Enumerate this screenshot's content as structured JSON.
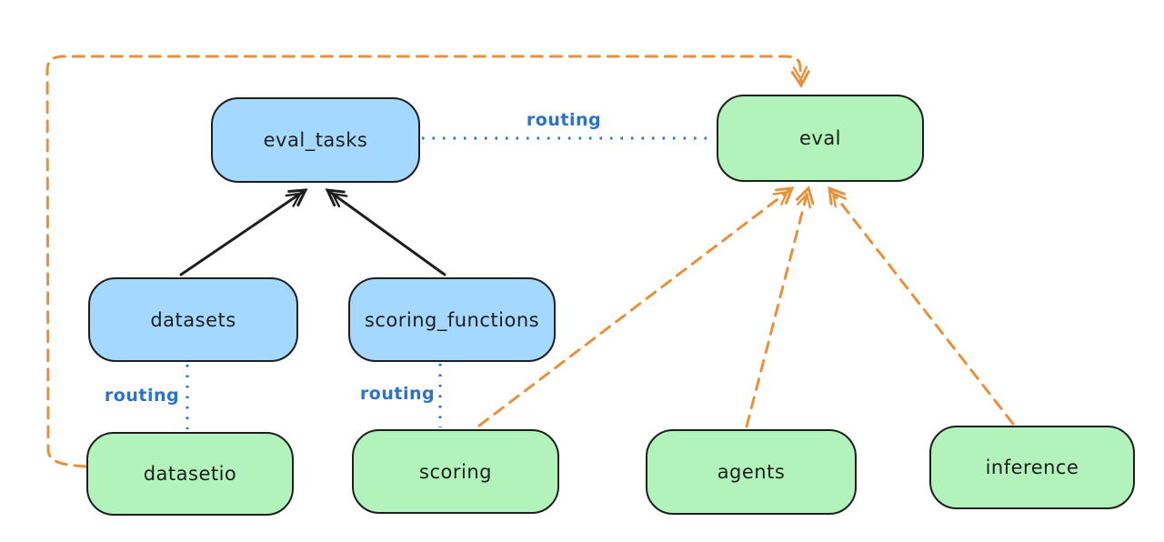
{
  "diagram": {
    "type": "flow-diagram",
    "background": "#ffffff",
    "nodes": [
      {
        "id": "eval_tasks",
        "label": "eval_tasks",
        "fill": "#a5d8ff"
      },
      {
        "id": "eval",
        "label": "eval",
        "fill": "#b2f2bb"
      },
      {
        "id": "datasets",
        "label": "datasets",
        "fill": "#a5d8ff"
      },
      {
        "id": "scoring_functions",
        "label": "scoring_functions",
        "fill": "#a5d8ff"
      },
      {
        "id": "datasetio",
        "label": "datasetio",
        "fill": "#b2f2bb"
      },
      {
        "id": "scoring",
        "label": "scoring",
        "fill": "#b2f2bb"
      },
      {
        "id": "agents",
        "label": "agents",
        "fill": "#b2f2bb"
      },
      {
        "id": "inference",
        "label": "inference",
        "fill": "#b2f2bb"
      }
    ],
    "edges": [
      {
        "from": "eval_tasks",
        "to": "eval",
        "style": "dotted",
        "color": "#2b72c8",
        "label": "routing"
      },
      {
        "from": "datasets",
        "to": "datasetio",
        "style": "dotted",
        "color": "#2b72c8",
        "label": "routing"
      },
      {
        "from": "scoring_functions",
        "to": "scoring",
        "style": "dotted",
        "color": "#2b72c8",
        "label": "routing"
      },
      {
        "from": "datasets",
        "to": "eval_tasks",
        "style": "solid-arrow",
        "color": "#1e1e1e",
        "label": ""
      },
      {
        "from": "scoring_functions",
        "to": "eval_tasks",
        "style": "solid-arrow",
        "color": "#1e1e1e",
        "label": ""
      },
      {
        "from": "datasetio",
        "to": "eval",
        "style": "dashed-arrow",
        "color": "#e8913c",
        "label": ""
      },
      {
        "from": "scoring",
        "to": "eval",
        "style": "dashed-arrow",
        "color": "#e8913c",
        "label": ""
      },
      {
        "from": "agents",
        "to": "eval",
        "style": "dashed-arrow",
        "color": "#e8913c",
        "label": ""
      },
      {
        "from": "inference",
        "to": "eval",
        "style": "dashed-arrow",
        "color": "#e8913c",
        "label": ""
      }
    ],
    "colors": {
      "node_stroke": "#1e1e1e",
      "blue_node_fill": "#a5d8ff",
      "green_node_fill": "#b2f2bb",
      "routing_line": "#2b72c8",
      "provider_arrow": "#e8913c",
      "dependency_arrow": "#1e1e1e"
    }
  }
}
